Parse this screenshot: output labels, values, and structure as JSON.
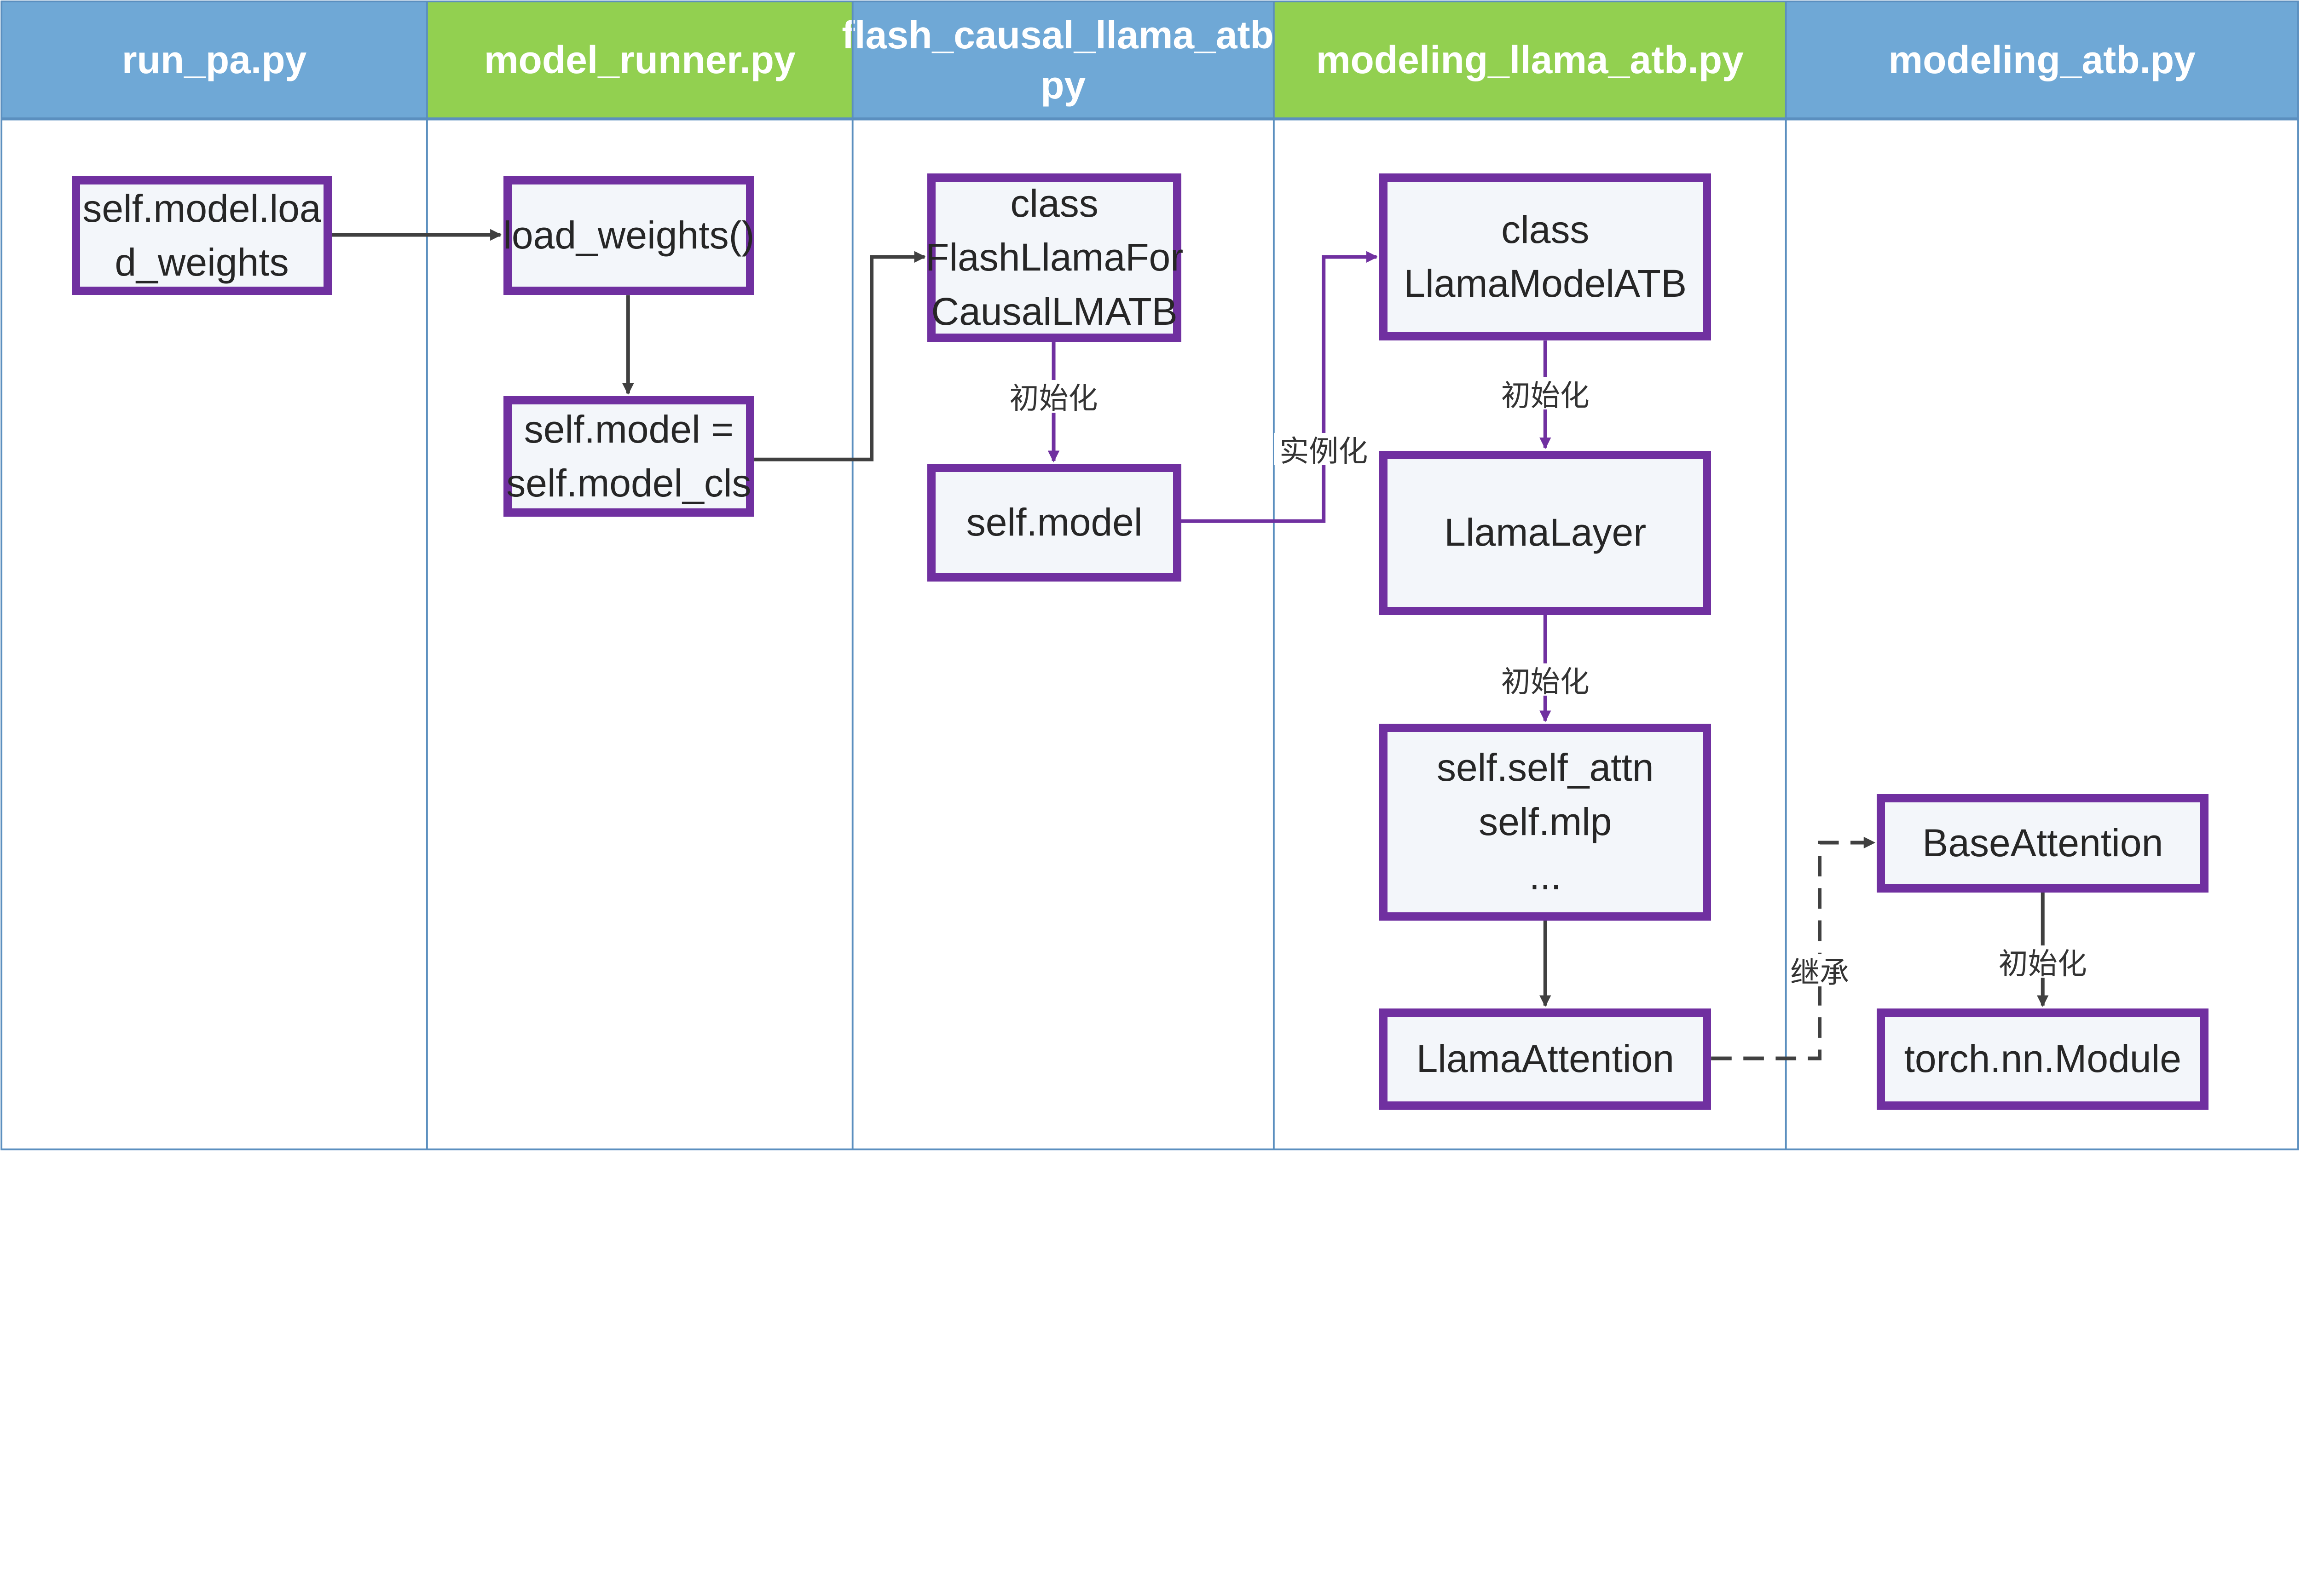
{
  "lanes": [
    {
      "title": "run_pa.py",
      "color": "#6fa8d6"
    },
    {
      "title": "model_runner.py",
      "color": "#92d050"
    },
    {
      "title": "flash_causal_llama_atb.",
      "title2": "py",
      "color": "#6fa8d6"
    },
    {
      "title": "modeling_llama_atb.py",
      "color": "#92d050"
    },
    {
      "title": "modeling_atb.py",
      "color": "#6fa8d6"
    }
  ],
  "nodes": {
    "load_call": [
      "self.model.loa",
      "d_weights"
    ],
    "load_weights": [
      "load_weights()"
    ],
    "model_assign": [
      "self.model =",
      "self.model_cls"
    ],
    "flash_class": [
      "class",
      "FlashLlamaFor",
      "CausalLMATB"
    ],
    "self_model": [
      "self.model"
    ],
    "llama_model_class": [
      "class",
      "LlamaModelATB"
    ],
    "llama_layer": [
      "LlamaLayer"
    ],
    "layer_members": [
      "self.self_attn",
      "self.mlp",
      "..."
    ],
    "llama_attention": [
      "LlamaAttention"
    ],
    "base_attention": [
      "BaseAttention"
    ],
    "torch_module": [
      "torch.nn.Module"
    ]
  },
  "edge_labels": {
    "init1": "初始化",
    "instantiate": "实例化",
    "init2": "初始化",
    "init3": "初始化",
    "inherit": "继承",
    "init4": "初始化"
  },
  "colors": {
    "node_border": "#7030a0",
    "node_fill": "#f3f6fa",
    "arrow_dark": "#404040",
    "arrow_purple": "#7030a0",
    "lane_border": "#5b8fbf"
  }
}
